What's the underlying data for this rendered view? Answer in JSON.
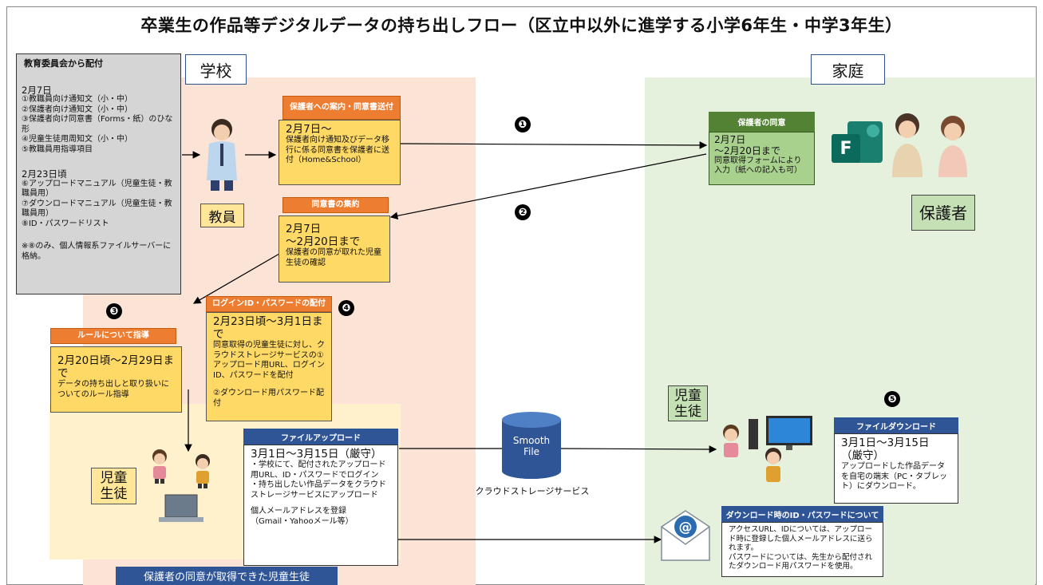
{
  "title": "卒業生の作品等デジタルデータの持ち出しフロー（区立中以外に進学する小学6年生・中学3年生）",
  "zones": {
    "school": "学校",
    "home": "家庭"
  },
  "board": {
    "heading": "教育委員会から配付",
    "date1": "2月7日",
    "items1": [
      "①教職員向け通知文（小・中）",
      "②保護者向け通知文（小・中）",
      "③保護者向け同意書（Forms・紙）のひな形",
      "④児童生徒用周知文（小・中）",
      "⑤教職員用指導項目"
    ],
    "date2": "2月23日頃",
    "items2": [
      "⑥アップロードマニュアル（児童生徒・教職員用）",
      "⑦ダウンロードマニュアル（児童生徒・教職員用）",
      "⑧ID・パスワードリスト"
    ],
    "note": "※⑧のみ、個人情報系ファイルサーバーに格納。"
  },
  "teacher_label": "教員",
  "send_notice": {
    "header": "保護者への案内・同意書送付",
    "date": "2月7日～",
    "body": "保護者向け通知及びデータ移行に係る同意書を保護者に送付（Home&School）"
  },
  "consent_collect": {
    "header": "同意書の集約",
    "date": "2月7日\n～2月20日まで",
    "body": "保護者の同意が取れた児童生徒の確認"
  },
  "login_dist": {
    "header": "ログインID・パスワードの配付",
    "date": "2月23日頃～3月1日まで",
    "body": "同意取得の児童生徒に対し、クラウドストレージサービスの①アップロード用URL、ログインID、パスワードを配付",
    "body2": "②ダウンロード用パスワード配付"
  },
  "rules": {
    "header": "ルールについて指導",
    "date": "2月20日頃～2月29日まで",
    "body": "データの持ち出しと取り扱いについてのルール指導"
  },
  "upload": {
    "header": "ファイルアップロード",
    "date": "3月1日～3月15日（厳守）",
    "body": "・学校にて、配付されたアップロード用URL、ID・パスワードでログイン\n・持ち出したい作品データをクラウドストレージサービスにアップロード",
    "body2": "個人メールアドレスを登録\n（Gmail・Yahooメール等）"
  },
  "parent_consent": {
    "header": "保護者の同意",
    "date": "2月7日\n～2月20日まで",
    "body": "同意取得フォームにより入力（紙への記入も可）"
  },
  "parent_label": "保護者",
  "student_label_school": "児童\n生徒",
  "student_label_home": "児童\n生徒",
  "download": {
    "header": "ファイルダウンロード",
    "date": "3月1日～3月15日\n（厳守）",
    "body": "アップロードした作品データを自宅の端末（PC・タブレット）にダウンロード。"
  },
  "download_pw": {
    "header": "ダウンロード時のID・パスワードについて",
    "body": "アクセスURL、IDについては、アップロード時に登録した個人メールアドレスに送られます。\nパスワードについては、先生から配付されたダウンロード用パスワードを使用。"
  },
  "cloud": {
    "icon_text": "Smooth\nFile",
    "label": "クラウドストレージサービス"
  },
  "steps": [
    "❶",
    "❷",
    "❸",
    "❹",
    "❺"
  ],
  "bottom_bar": "保護者の同意が取得できた児童生徒",
  "forms_letter": "F",
  "colors": {
    "orange": "#ed7d31",
    "yellow": "#ffd966",
    "green_dark": "#548235",
    "green_light": "#a9d18e",
    "blue": "#2f5597",
    "school_bg": "#fbe3d5",
    "home_bg": "#e5f0dd"
  }
}
